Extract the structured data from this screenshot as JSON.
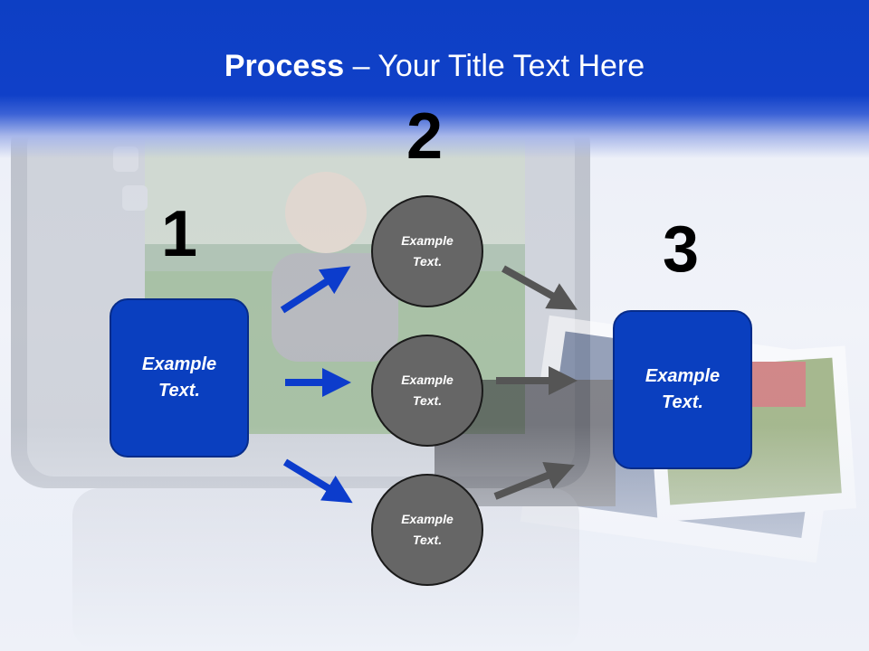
{
  "title": {
    "bold": "Process",
    "rest": " – Your Title Text Here"
  },
  "steps": {
    "one": "1",
    "two": "2",
    "three": "3"
  },
  "left_box": {
    "text": "Example\nText."
  },
  "circles": [
    {
      "text": "Example\nText."
    },
    {
      "text": "Example\nText."
    },
    {
      "text": "Example\nText."
    }
  ],
  "right_box": {
    "text": "Example\nText."
  },
  "colors": {
    "header": "#0d3fc4",
    "box": "#0a3fbf",
    "circle": "#666666",
    "blue_arrow": "#0c3ccc",
    "gray_arrow": "#555555"
  }
}
